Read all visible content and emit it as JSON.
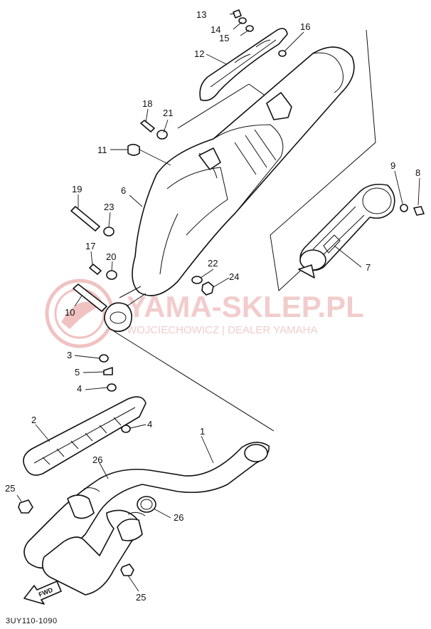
{
  "diagram": {
    "figure_code": "3UY110-1090",
    "fwd_label": "FWD",
    "watermark": {
      "main": "YAMA-SKLEP.PL",
      "sub": "WOJCIECHOWICZ | DEALER YAMAHA"
    },
    "callouts": {
      "c1": "1",
      "c2": "2",
      "c3": "3",
      "c4a": "4",
      "c4b": "4",
      "c5": "5",
      "c6": "6",
      "c7": "7",
      "c8": "8",
      "c9": "9",
      "c10": "10",
      "c11": "11",
      "c12": "12",
      "c13": "13",
      "c14": "14",
      "c15": "15",
      "c16": "16",
      "c17": "17",
      "c18": "18",
      "c19": "19",
      "c20": "20",
      "c21": "21",
      "c22": "22",
      "c23": "23",
      "c24": "24",
      "c25a": "25",
      "c25b": "25",
      "c26a": "26",
      "c26b": "26"
    }
  }
}
